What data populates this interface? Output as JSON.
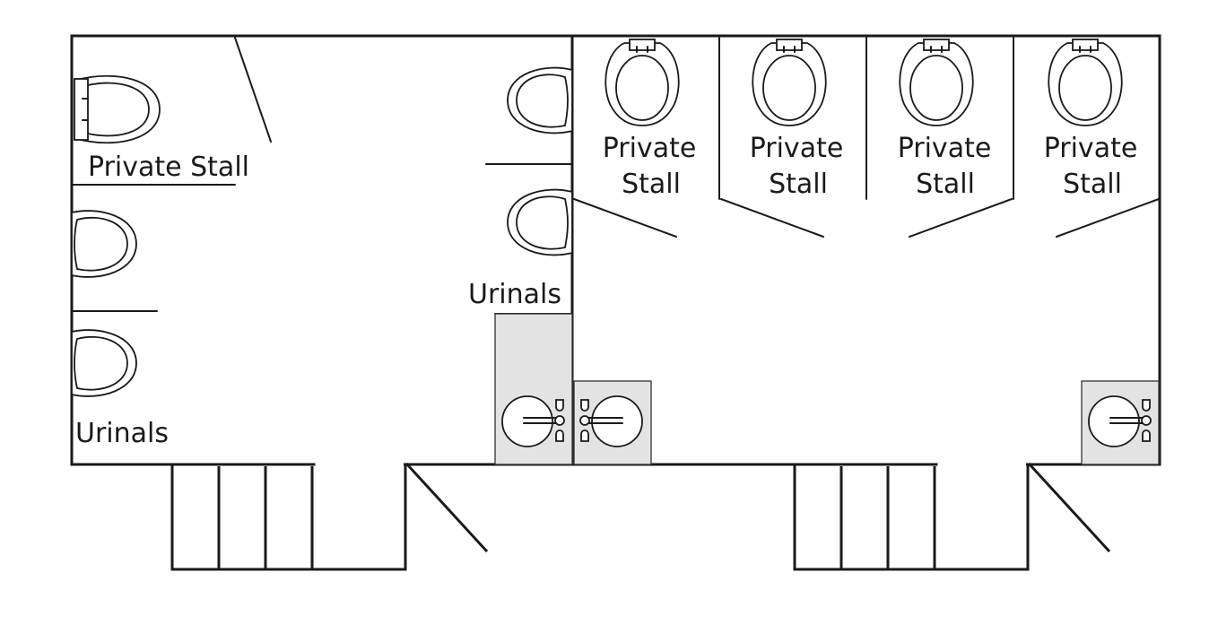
{
  "labels": {
    "private_stall": "Private Stall",
    "private": "Private",
    "stall": "Stall",
    "urinals": "Urinals"
  },
  "colors": {
    "line": "#1a1a1a",
    "sink_fill": "#e3e3e3",
    "background": "#ffffff"
  }
}
